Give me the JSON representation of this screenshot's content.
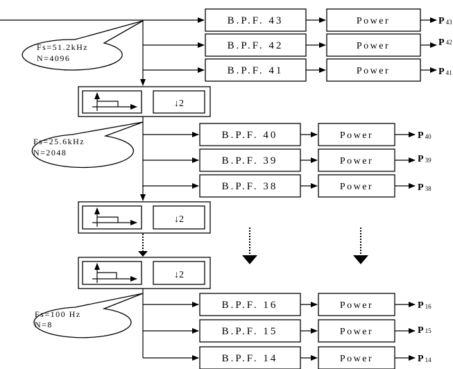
{
  "stages": [
    {
      "callout": {
        "fs": "Fs=51.2kHz",
        "n": "N=4096"
      },
      "bands": [
        {
          "filter": "B.P.F. 43",
          "power": "Power",
          "output": "P",
          "index": "43"
        },
        {
          "filter": "B.P.F. 42",
          "power": "Power",
          "output": "P",
          "index": "42"
        },
        {
          "filter": "B.P.F. 41",
          "power": "Power",
          "output": "P",
          "index": "41"
        }
      ]
    },
    {
      "callout": {
        "fs": "Fs=25.6kHz",
        "n": "N=2048"
      },
      "bands": [
        {
          "filter": "B.P.F. 40",
          "power": "Power",
          "output": "P",
          "index": "40"
        },
        {
          "filter": "B.P.F. 39",
          "power": "Power",
          "output": "P",
          "index": "39"
        },
        {
          "filter": "B.P.F. 38",
          "power": "Power",
          "output": "P",
          "index": "38"
        }
      ]
    },
    {
      "callout": {
        "fs": "Fs=100 Hz",
        "n": "N=8"
      },
      "bands": [
        {
          "filter": "B.P.F. 16",
          "power": "Power",
          "output": "P",
          "index": "16"
        },
        {
          "filter": "B.P.F. 15",
          "power": "Power",
          "output": "P",
          "index": "15"
        },
        {
          "filter": "B.P.F. 14",
          "power": "Power",
          "output": "P",
          "index": "14"
        }
      ]
    }
  ],
  "decimators": [
    {
      "label": "↓2",
      "icon": "lowpass-filter-icon"
    },
    {
      "label": "↓2",
      "icon": "lowpass-filter-icon"
    },
    {
      "label": "↓2",
      "icon": "lowpass-filter-icon"
    }
  ]
}
